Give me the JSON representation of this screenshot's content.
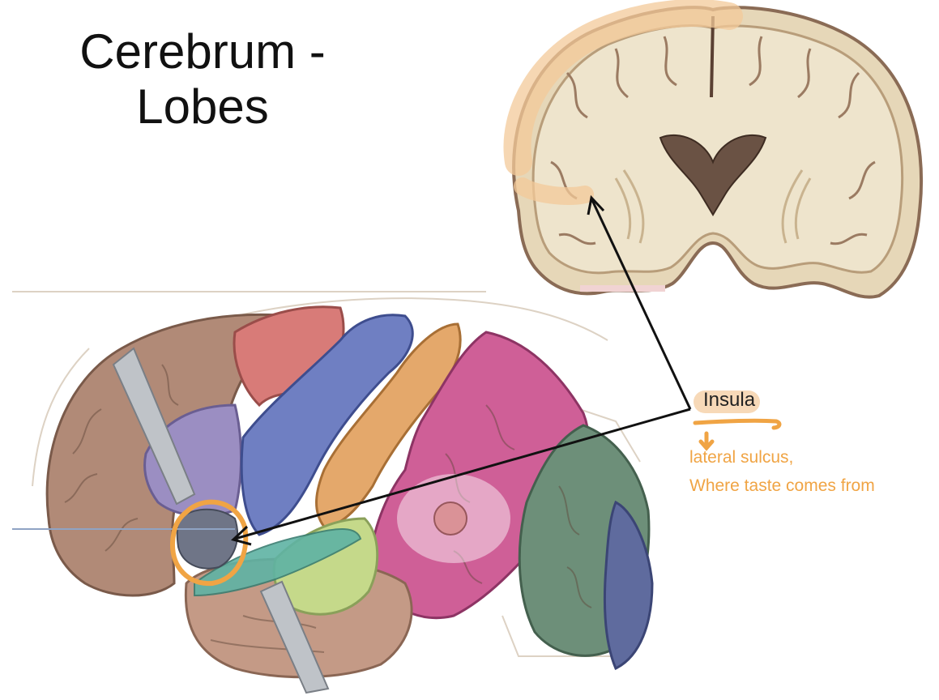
{
  "slide": {
    "title_line1": "Cerebrum -",
    "title_line2": "Lobes"
  },
  "annotation": {
    "label": "Insula",
    "note_line1": "lateral sulcus,",
    "note_line2": "Where taste comes from",
    "ink_color": "#f0a444",
    "highlight_color": "#f3c99a"
  },
  "illustrations": {
    "coronal_section": "coronal-brain-section",
    "lateral_view": "lateral-brain-lobes"
  }
}
